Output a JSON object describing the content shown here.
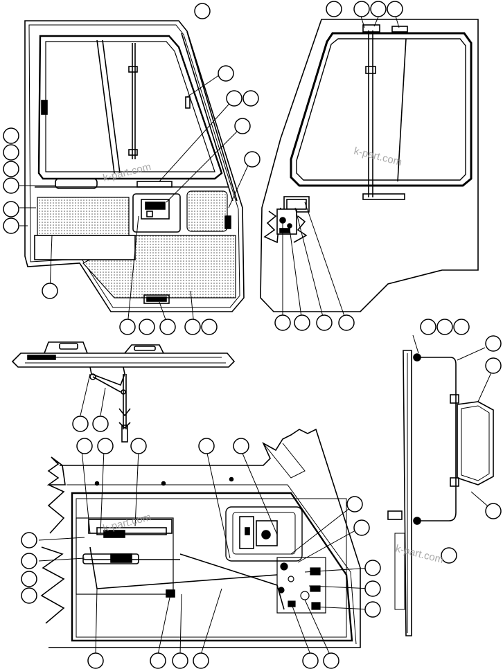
{
  "diagram": {
    "watermarks": [
      "k-part.com",
      "k-part.com",
      "k-part.com",
      "k-part.com"
    ],
    "callout_labels": "blank",
    "colors": {
      "line": "#000000",
      "background": "#ffffff",
      "watermark": "#9a9a9a",
      "pad_fill": "#dcdcdc"
    },
    "views": [
      "door-outer-view",
      "door-inner-view",
      "door-top-view",
      "door-lock-detail-view",
      "mirror-side-view"
    ]
  }
}
